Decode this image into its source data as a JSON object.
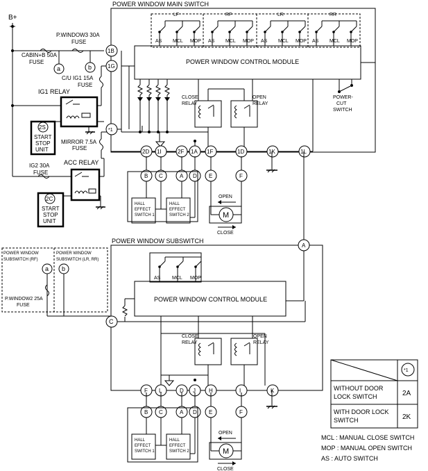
{
  "labels": {
    "b_plus": "B+",
    "main_switch_title": "POWER WINDOW MAIN SWITCH",
    "sub_switch_title": "POWER WINDOW SUBSWITCH",
    "main_module": "POWER WINDOW CONTROL MODULE",
    "sub_module": "POWER WINDOW CONTROL MODULE",
    "fuse_pwindow3": [
      "P.WINDOW3 30A",
      "FUSE"
    ],
    "fuse_cabin": [
      "CABIN+B 50A",
      "FUSE"
    ],
    "fuse_cuig1": [
      "C/U IG1 15A",
      "FUSE"
    ],
    "fuse_mirror": [
      "MIRROR 7.5A",
      "FUSE"
    ],
    "fuse_ig2": [
      "IG2 30A",
      "FUSE"
    ],
    "fuse_pwindow2": [
      "P.WINDOW2 25A",
      "FUSE"
    ],
    "ig1_relay": "IG1 RELAY",
    "acc_relay": "ACC RELAY",
    "start_stop_unit": [
      "START",
      "STOP",
      "UNIT"
    ],
    "power_cut_switch": [
      "POWER-",
      "CUT",
      "SWITCH"
    ],
    "close_relay": [
      "CLOSE",
      "RELAY"
    ],
    "open_relay": [
      "OPEN",
      "RELAY"
    ],
    "hall1": [
      "HALL",
      "EFFECT",
      "SWITCH 1"
    ],
    "hall2": [
      "HALL",
      "EFFECT",
      "SWITCH 2"
    ],
    "motor": "M",
    "open": "OPEN",
    "close": "CLOSE",
    "sub_rf": [
      "POWER WINDOW",
      "SUBSWITCH (RF)"
    ],
    "sub_lrrr": [
      "POWER WINDOW",
      "SUBSWITCH (LR, RR)"
    ],
    "group_lf": "LF",
    "group_rf": "RF",
    "group_lr": "LR",
    "group_rr": "RR",
    "sw_as": "AS",
    "sw_mcl": "MCL",
    "sw_mop": "MOP"
  },
  "connectors": {
    "c1B": "1B",
    "c1G": "1G",
    "cstar": "*1",
    "c2D": "2D",
    "c1I": "1I",
    "c2F": "2F",
    "c1A": "1A",
    "c1F": "1F",
    "c1D": "1D",
    "c1K": "1K",
    "c1L": "1L",
    "ma": "a",
    "mb": "b",
    "c2S": "2S",
    "c2C": "2C",
    "mB": "B",
    "mC": "C",
    "mA": "A",
    "mD": "D",
    "mE": "E",
    "mF": "F",
    "sA": "A",
    "sC": "C",
    "sa": "a",
    "sb": "b",
    "sF": "F",
    "sL": "L",
    "sD": "D",
    "sJ": "J",
    "sH": "H",
    "sI": "I",
    "sK": "K",
    "sB2": "B",
    "sC2": "C",
    "sA2": "A",
    "sD2": "D",
    "sE2": "E",
    "sF2": "F"
  },
  "table": {
    "header": "*1",
    "rows": [
      {
        "label": [
          "WITHOUT DOOR",
          "LOCK SWITCH"
        ],
        "value": "2A"
      },
      {
        "label": [
          "WITH DOOR LOCK",
          "SWITCH"
        ],
        "value": "2K"
      }
    ]
  },
  "legend": [
    "MCL : MANUAL CLOSE SWITCH",
    "MOP : MANUAL OPEN SWITCH",
    "AS : AUTO SWITCH"
  ]
}
